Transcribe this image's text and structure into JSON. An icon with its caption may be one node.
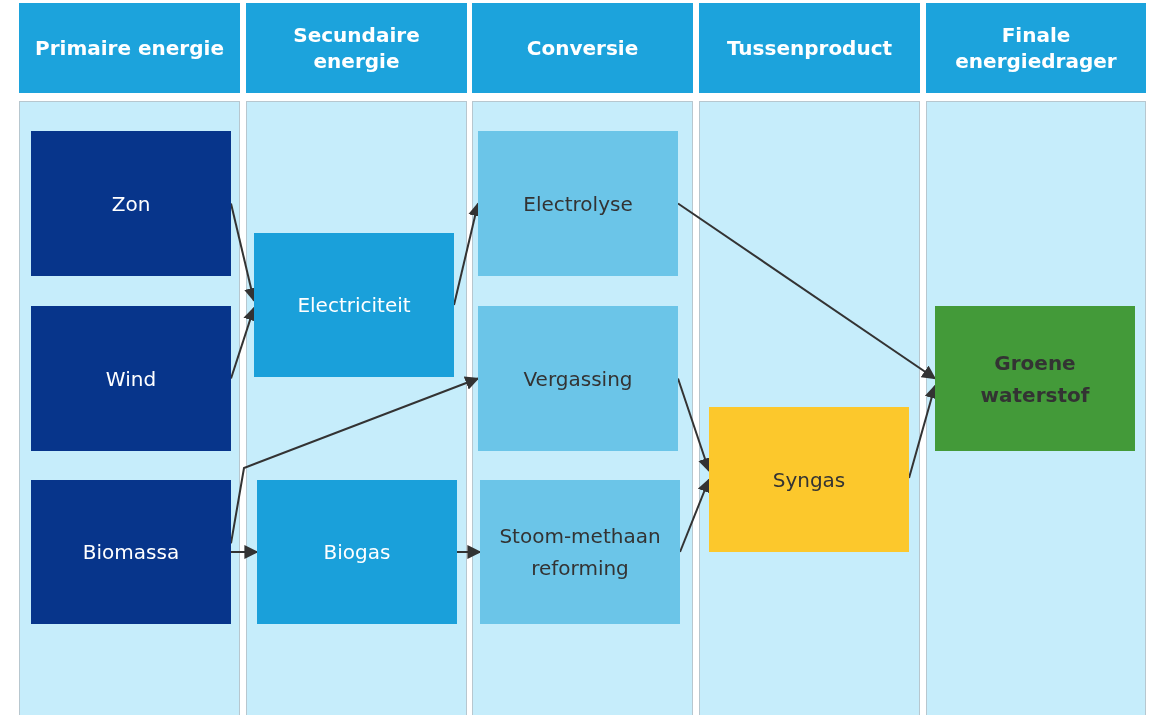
{
  "diagram": {
    "nodes": [
      {
        "text": [
          "Primaire energie"
        ]
      },
      {
        "text": [
          "Secundaire energie"
        ]
      },
      {
        "text": [
          "Conversie"
        ]
      },
      {
        "text": [
          "Tussenproduct"
        ]
      },
      {
        "text": [
          "Finale energiedrager"
        ]
      },
      {
        "text": [
          "Zon"
        ],
        "in": 0
      },
      {
        "text": [
          "Wind"
        ],
        "in": 0
      },
      {
        "text": [
          "Biomassa"
        ],
        "in": 0
      },
      {
        "text": [
          "Electriciteit"
        ],
        "in": 1
      },
      {
        "text": [
          "Biogas"
        ],
        "in": 1
      },
      {
        "text": [
          "Electrolyse"
        ],
        "in": 2
      },
      {
        "text": [
          "Vergassing"
        ],
        "in": 2
      },
      {
        "text": [
          "Stoom-methaan reforming"
        ],
        "in": 2
      },
      {
        "text": [
          "Syngas"
        ],
        "in": 3
      },
      {
        "text": [
          "Groene waterstof"
        ],
        "in": 4
      }
    ],
    "edges": [
      {
        "from": 5,
        "to": 8,
        "arrow": "to"
      },
      {
        "from": 6,
        "to": 8,
        "arrow": "to"
      },
      {
        "from": 8,
        "to": 10,
        "arrow": "to"
      },
      {
        "from": 7,
        "to": 9,
        "arrow": "to"
      },
      {
        "from": 7,
        "to": 11,
        "arrow": "to"
      },
      {
        "from": 9,
        "to": 12,
        "arrow": "to"
      },
      {
        "from": 10,
        "to": 14,
        "arrow": "to"
      },
      {
        "from": 11,
        "to": 13,
        "arrow": "to"
      },
      {
        "from": 12,
        "to": 13,
        "arrow": "to"
      },
      {
        "from": 13,
        "to": 14,
        "arrow": "to"
      }
    ]
  }
}
